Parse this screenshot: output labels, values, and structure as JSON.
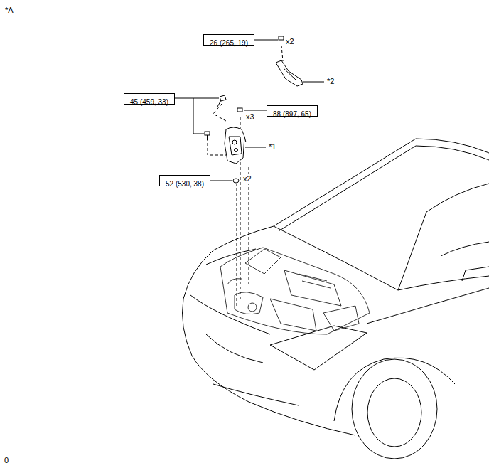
{
  "diagram": {
    "nodes": [
      {
        "text": [
          "26 (265, 19)"
        ]
      },
      {
        "text": [
          "45 (459, 33)"
        ]
      },
      {
        "text": [
          "88 (897, 65)"
        ]
      },
      {
        "text": [
          "52 (530, 38)"
        ]
      }
    ],
    "labels": [
      "*A",
      "x2",
      "*2",
      "x3",
      "*1",
      "x2",
      "0"
    ]
  }
}
